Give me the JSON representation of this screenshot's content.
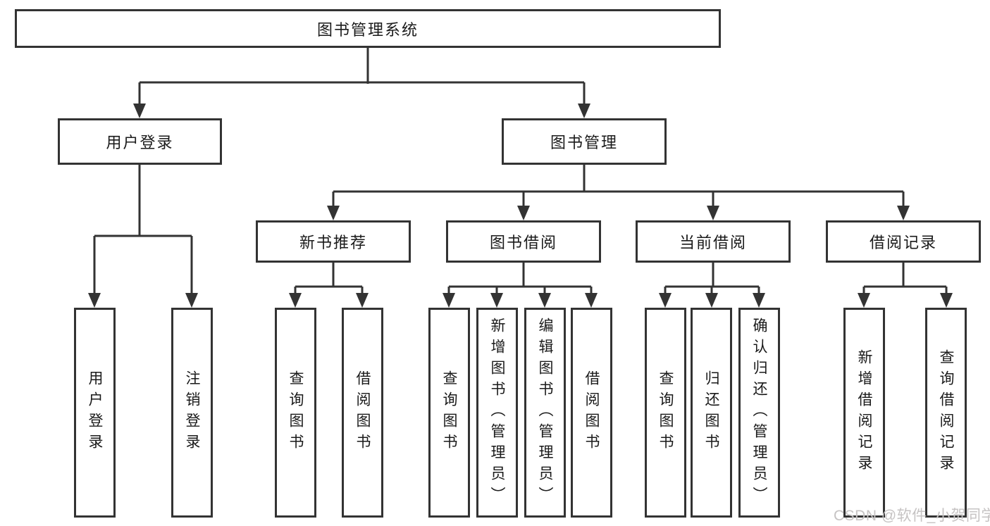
{
  "tree": {
    "root": {
      "label": "图书管理系统"
    },
    "branches": [
      {
        "label": "用户登录",
        "children": [
          {
            "label": "用户登录"
          },
          {
            "label": "注销登录"
          }
        ]
      },
      {
        "label": "图书管理",
        "children": [
          {
            "label": "新书推荐",
            "children": [
              {
                "label": "查询图书"
              },
              {
                "label": "借阅图书"
              }
            ]
          },
          {
            "label": "图书借阅",
            "children": [
              {
                "label": "查询图书"
              },
              {
                "label": "新增图书（管理员）"
              },
              {
                "label": "编辑图书（管理员）"
              },
              {
                "label": "借阅图书"
              }
            ]
          },
          {
            "label": "当前借阅",
            "children": [
              {
                "label": "查询图书"
              },
              {
                "label": "归还图书"
              },
              {
                "label": "确认归还（管理员）"
              }
            ]
          },
          {
            "label": "借阅记录",
            "children": [
              {
                "label": "新增借阅记录"
              },
              {
                "label": "查询借阅记录"
              }
            ]
          }
        ]
      }
    ]
  },
  "watermark": "CSDN @软件_小贺同学",
  "colors": {
    "line": "#333333",
    "text": "#1a1a1a",
    "background": "#ffffff",
    "watermark": "#c6c3c3"
  }
}
